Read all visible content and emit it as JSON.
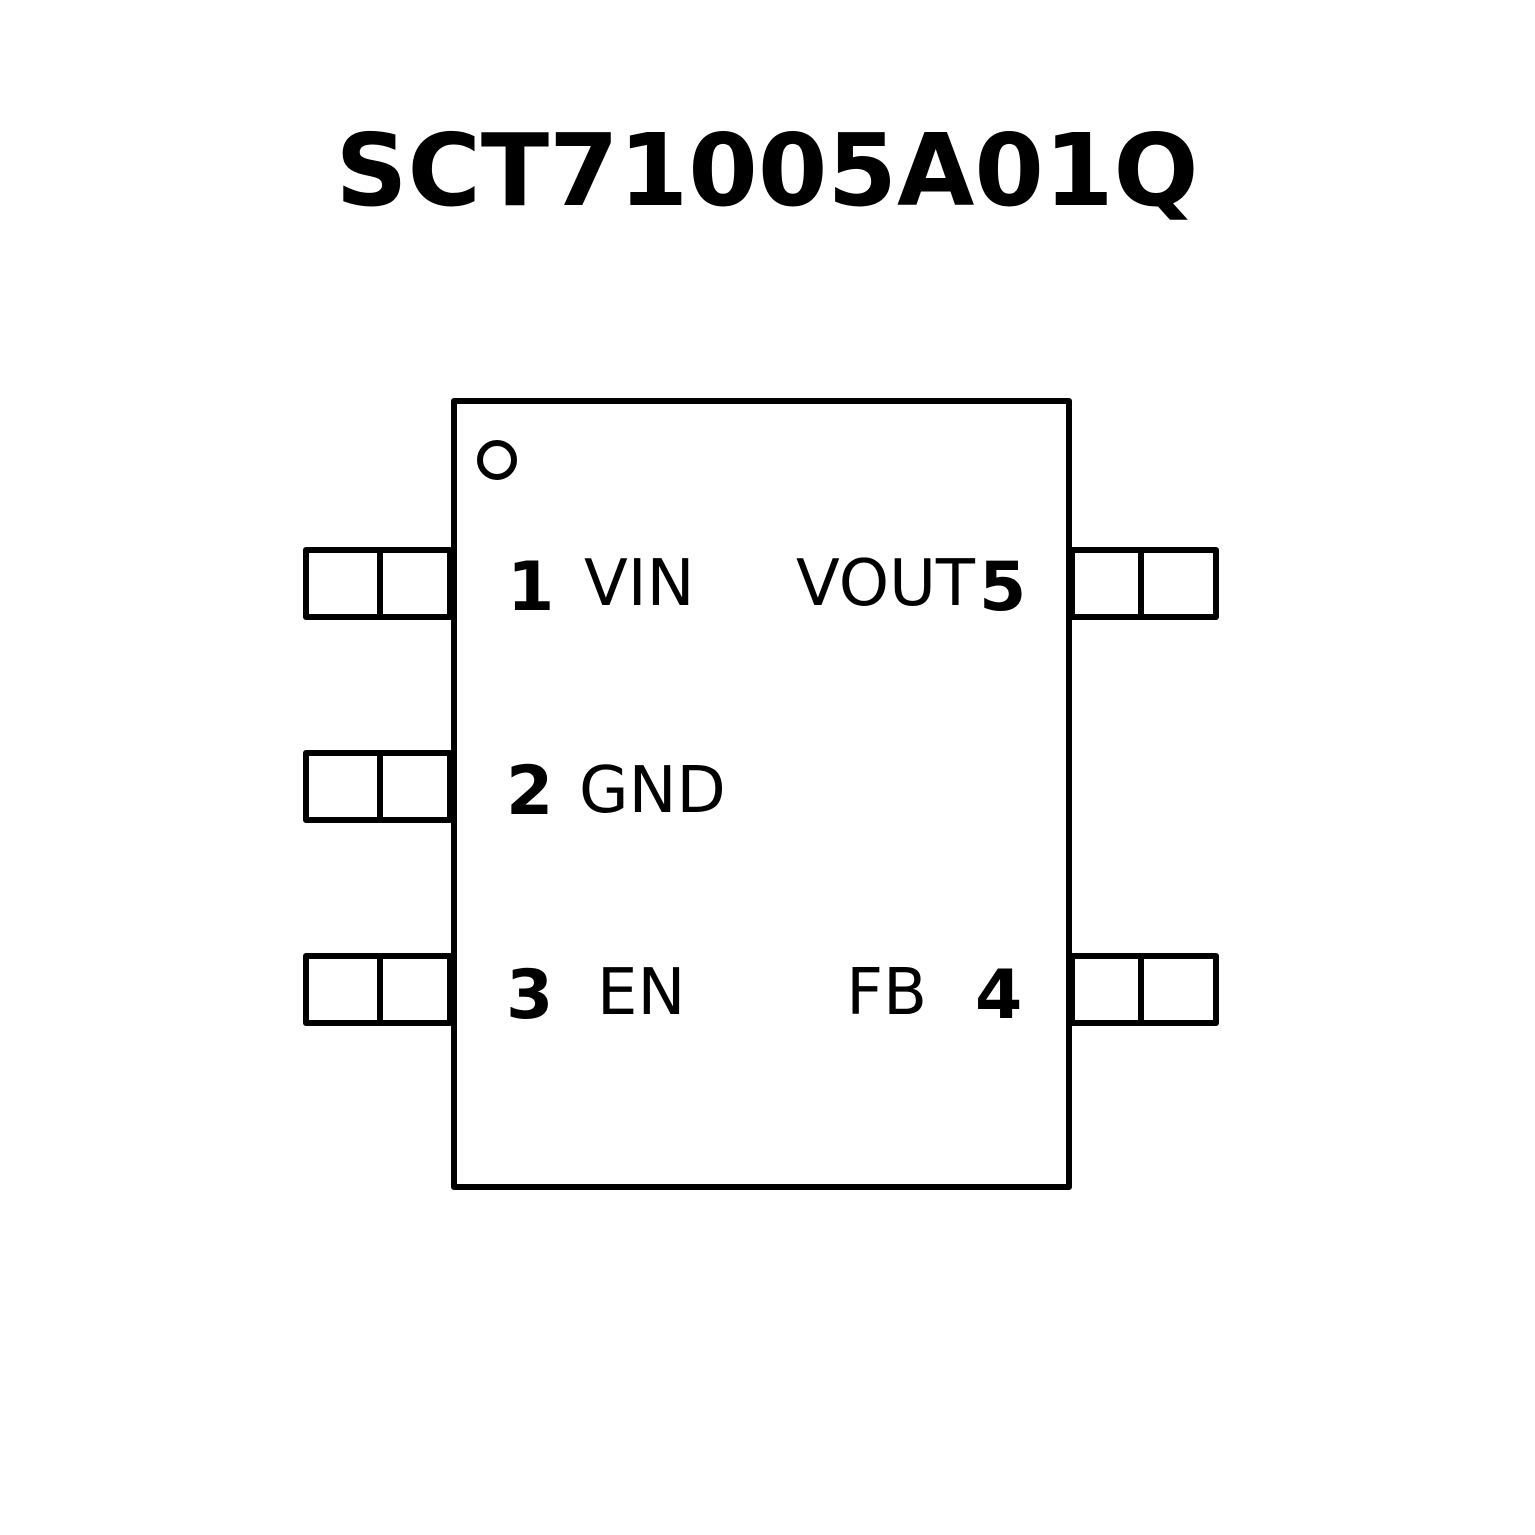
{
  "title": "SCT71005A01Q",
  "pins": {
    "p1": {
      "number": "1",
      "name": "VIN"
    },
    "p2": {
      "number": "2",
      "name": "GND"
    },
    "p3": {
      "number": "3",
      "name": "EN"
    },
    "p4": {
      "number": "4",
      "name": "FB"
    },
    "p5": {
      "number": "5",
      "name": "VOUT"
    }
  },
  "colors": {
    "stroke": "#000000",
    "background": "#ffffff"
  }
}
